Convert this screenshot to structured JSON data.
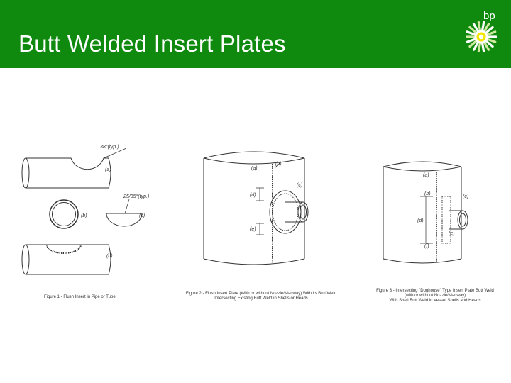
{
  "header": {
    "title": "Butt Welded Insert Plates",
    "logo_text": "bp",
    "logo_mark": "bp-helios-icon",
    "background": "#0f8a0f"
  },
  "figures": {
    "fig1": {
      "caption": "Figure 1 - Flush Insert in Pipe or Tube",
      "labels": [
        "38°(typ.)",
        "(a)",
        "25/35°(typ.)",
        "(b)",
        "(c)",
        "(d)"
      ]
    },
    "fig2": {
      "caption_line1": "Figure 2 - Flush Insert Plate (With or without Nozzle/Manway) With its Butt Weld",
      "caption_line2": "Intersecting Existing Butt Weld in Shells or Heads",
      "labels": [
        "(a)",
        "(d)",
        "(e)",
        "(b)",
        "(c)"
      ]
    },
    "fig3": {
      "caption_line1": "Figure 3 - Intersecting \"Doghouse\" Type Insert Plate Butt Weld",
      "caption_line2": "(with or without Nozzle/Manway)",
      "caption_line3": "With Shell Butt Weld in Vessel Shells and Heads",
      "labels": [
        "(a)",
        "(b)",
        "(c)",
        "(d)",
        "(e)",
        "(f)"
      ]
    }
  }
}
